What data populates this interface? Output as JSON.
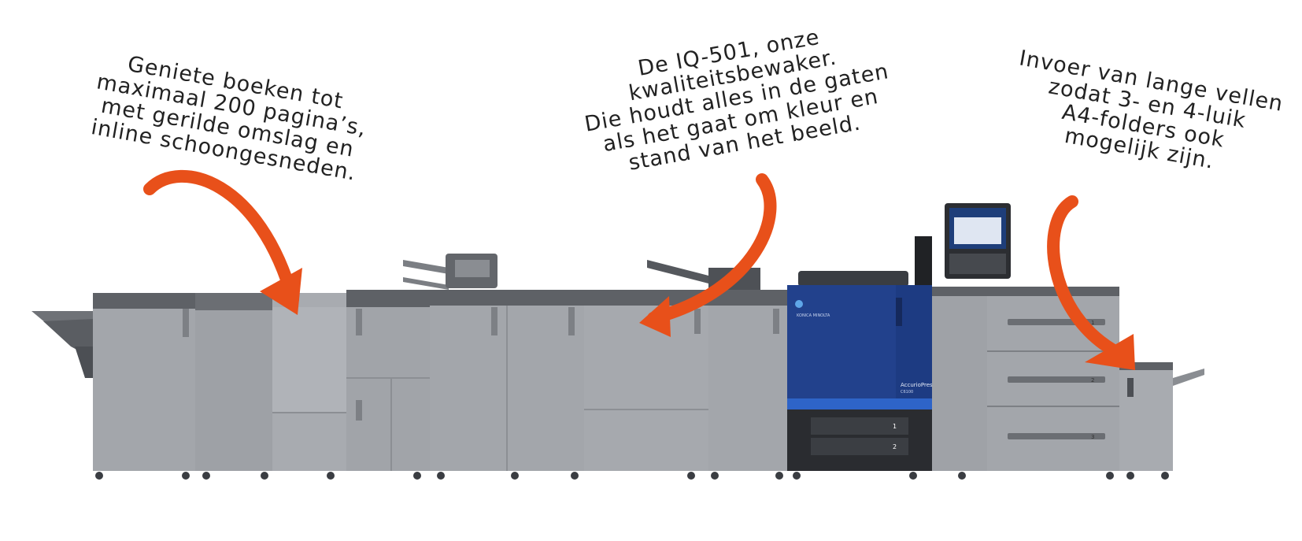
{
  "captions": {
    "left": [
      "Geniete boeken tot",
      "maximaal 200 pagina’s,",
      "met gerilde omslag en",
      "inline schoongesneden."
    ],
    "middle": [
      "De IQ-501, onze",
      "kwaliteitsbewaker.",
      "Die houdt alles in de gaten",
      "als het gaat om kleur en",
      "stand van het beeld."
    ],
    "right": [
      "Invoer van lange vellen",
      "zodat 3- en 4-luik",
      "A4-folders ook",
      "mogelijk zijn."
    ]
  },
  "machine": {
    "brand_text": "KONICA MINOLTA",
    "model_text": "AccurioPress",
    "model_sub": "C6100",
    "tray_labels": [
      "1",
      "2"
    ],
    "feeder_labels": [
      "1",
      "2",
      "3"
    ]
  },
  "colors": {
    "arrow": "#e8501a",
    "body_gray": "#a3a6ab",
    "dark_gray": "#5e6166",
    "press_blue": "#1d3b82"
  }
}
